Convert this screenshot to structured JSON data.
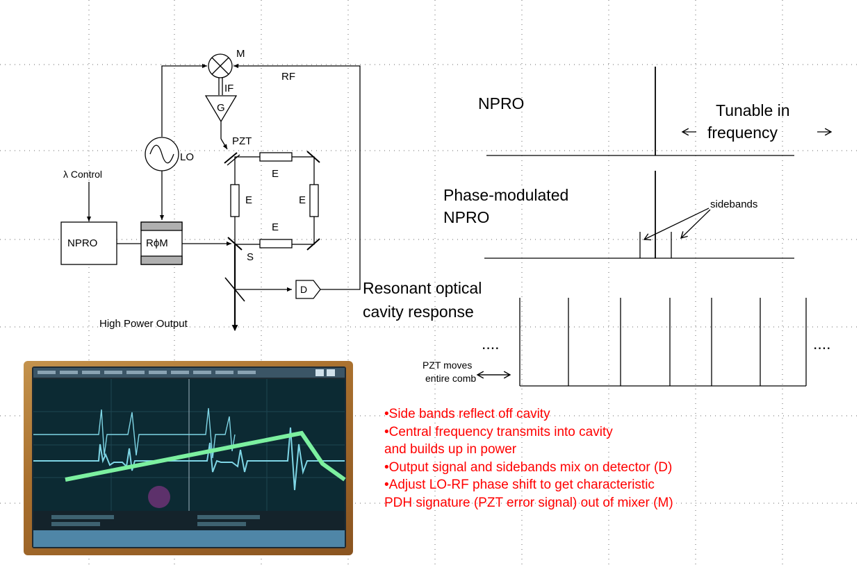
{
  "schematic": {
    "mixer_label": "M",
    "rf_label": "RF",
    "if_label": "IF",
    "gain_label": "G",
    "pzt_label": "PZT",
    "lo_label": "LO",
    "lambda_control_label": "λ Control",
    "npro_box_label": "NPRO",
    "modulator_label": "RϕM",
    "etalon_label": "E",
    "splitter_label": "S",
    "detector_label": "D",
    "output_label": "High Power Output"
  },
  "spectra": {
    "npro_title": "NPRO",
    "tunable_label_line1": "Tunable in",
    "tunable_label_line2": "frequency",
    "pm_title_line1": "Phase-modulated",
    "pm_title_line2": "NPRO",
    "sidebands_label": "sidebands",
    "cavity_title_line1": "Resonant optical",
    "cavity_title_line2": "cavity response",
    "ellipsis_left": "....",
    "ellipsis_right": "....",
    "pzt_note_line1": "PZT moves",
    "pzt_note_line2": "entire comb"
  },
  "notes": [
    "•Side bands reflect off cavity",
    "•Central frequency transmits into cavity",
    "and builds up in power",
    "•Output signal and sidebands mix on detector (D)",
    "•Adjust LO-RF phase shift to get characteristic",
    "PDH signature (PZT error signal) out of mixer (M)"
  ],
  "colors": {
    "notes_text": "#ff0000",
    "trace_cyan": "#7fd6e6",
    "ramp_green": "#7cf0a0",
    "scope_screen": "#0c2a33",
    "scope_bezel": "#1d2a33"
  },
  "oscilloscope_photo": {
    "description_icon": "oscilloscope-screen"
  }
}
